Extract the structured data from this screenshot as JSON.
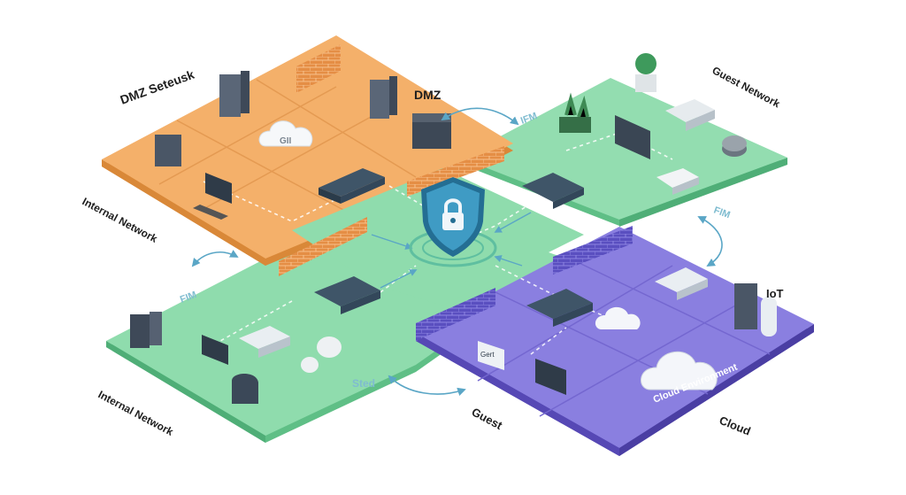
{
  "labels": {
    "dmz_setup": "DMZ Seteusk",
    "dmz": "DMZ",
    "internal_network_top": "Internal Network",
    "internal_network_bottom": "Internal Network",
    "guest_network": "Guest Network",
    "iot": "IoT",
    "cloud": "Cloud",
    "cloud_environment": "Cloud Environment",
    "guest": "Guest"
  },
  "flow_labels": {
    "top": "IFM",
    "right": "FIM",
    "left": "FIM",
    "bottom": "Sted"
  },
  "device_text": {
    "cloud_badge": "GII",
    "guest_kiosk": "Gert"
  },
  "colors": {
    "dmz_zone": "#f2a95f",
    "internal_zone": "#7fd1a1",
    "guest_zone": "#7ccf9a",
    "cloud_zone": "#7b6bd2",
    "shield": "#2f7fa6",
    "flow_arrow": "#5aa6c6"
  },
  "icons": {
    "central": "shield-lock-icon",
    "firewall": "brick-firewall-icon",
    "switch": "network-switch-icon",
    "server": "server-rack-icon",
    "workstation": "monitor-icon",
    "router": "wifi-router-icon",
    "cloud": "cloud-icon"
  }
}
